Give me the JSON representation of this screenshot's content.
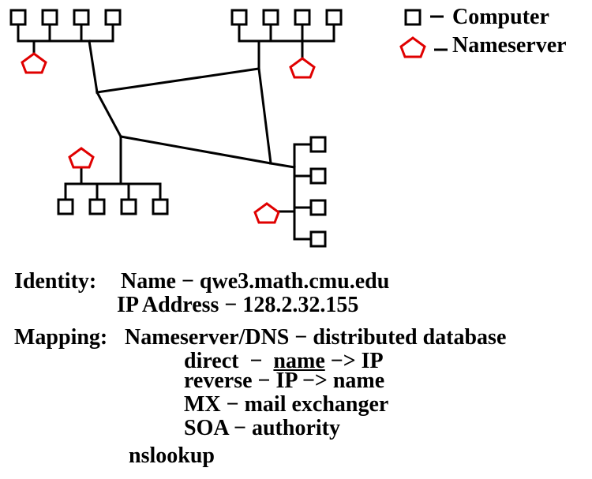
{
  "legend": {
    "computer_label": "Computer",
    "nameserver_label": "Nameserver"
  },
  "identity": {
    "heading": "Identity:",
    "name_line": "Name − qwe3.math.cmu.edu",
    "ip_line": "IP Address − 128.2.32.155"
  },
  "mapping": {
    "heading": "Mapping:",
    "dns_line": "Nameserver/DNS − distributed database",
    "direct_prefix": "direct  −  ",
    "direct_underlined": "name",
    "direct_suffix": " −> IP",
    "reverse_line": "reverse − IP −> name",
    "mx_line": "MX − mail exchanger",
    "soa_line": "SOA − authority",
    "tool": "nslookup"
  },
  "colors": {
    "nameserver": "#e00000",
    "line": "#000000",
    "background": "#ffffff"
  },
  "icons": {
    "computer": "square-outline",
    "nameserver": "pentagon-outline"
  }
}
